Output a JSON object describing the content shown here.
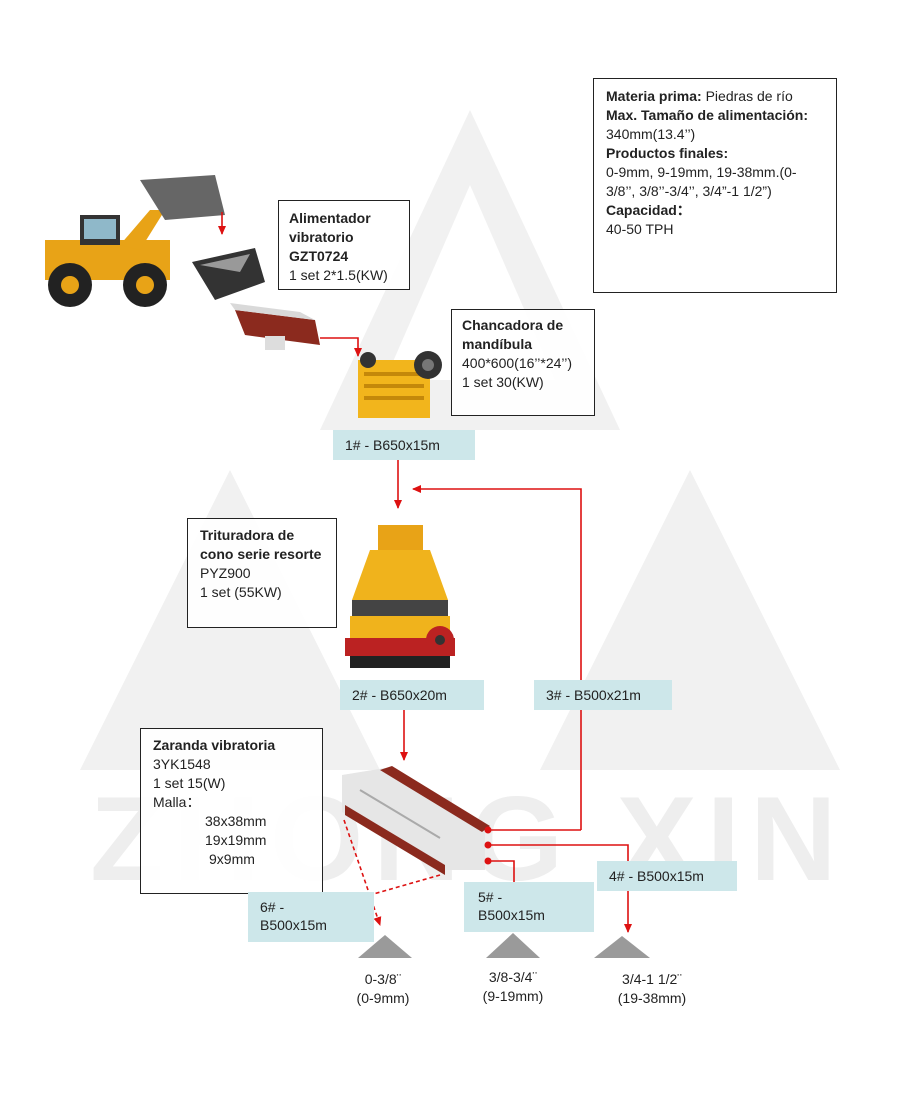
{
  "watermark": {
    "text": "ZHONG XIN"
  },
  "colors": {
    "flow": "#dd1111",
    "label_bg": "#cde7ea",
    "watermark": "#eeeeee"
  },
  "spec": {
    "raw_material_label": "Materia prima:",
    "raw_material_value": "Piedras de río",
    "max_feed_label": "Max. Tamaño de alimentación:",
    "max_feed_value": "340mm(13.4’’)",
    "final_products_label": "Productos finales:",
    "final_products_value": "0-9mm, 9-19mm, 19-38mm.(0-3/8’’, 3/8’’-3/4’’, 3/4”-1 1/2”)",
    "capacity_label": "Capacidad：",
    "capacity_value": "40-50 TPH"
  },
  "equipment": {
    "feeder": {
      "title": "Alimentador vibratorio",
      "model": "GZT0724",
      "detail": "1 set 2*1.5(KW)"
    },
    "jaw": {
      "title": "Chancadora de mandíbula",
      "model": "400*600(16’’*24’’)",
      "detail": "1 set 30(KW)"
    },
    "cone": {
      "title": "Trituradora de cono serie resorte",
      "model": "PYZ900",
      "detail": "1 set  (55KW)"
    },
    "screen": {
      "title": "Zaranda vibratoria",
      "model": "3YK1548",
      "detail": "1 set  15(W)",
      "mesh_label": "Malla：",
      "mesh": [
        "38x38mm",
        "19x19mm",
        "9x9mm"
      ]
    }
  },
  "conveyors": {
    "c1": "1# - B650x15m",
    "c2": "2# - B650x20m",
    "c3": "3# - B500x21m",
    "c4": "4# - B500x15m",
    "c5_a": "5# -",
    "c5_b": "B500x15m",
    "c6_a": "6# -",
    "c6_b": "B500x15m"
  },
  "products": [
    {
      "size": "0-3/8¨",
      "metric": "(0-9mm)"
    },
    {
      "size": "3/8-3/4¨",
      "metric": "(9-19mm)"
    },
    {
      "size": "3/4-1 1/2¨",
      "metric": "(19-38mm)"
    }
  ]
}
